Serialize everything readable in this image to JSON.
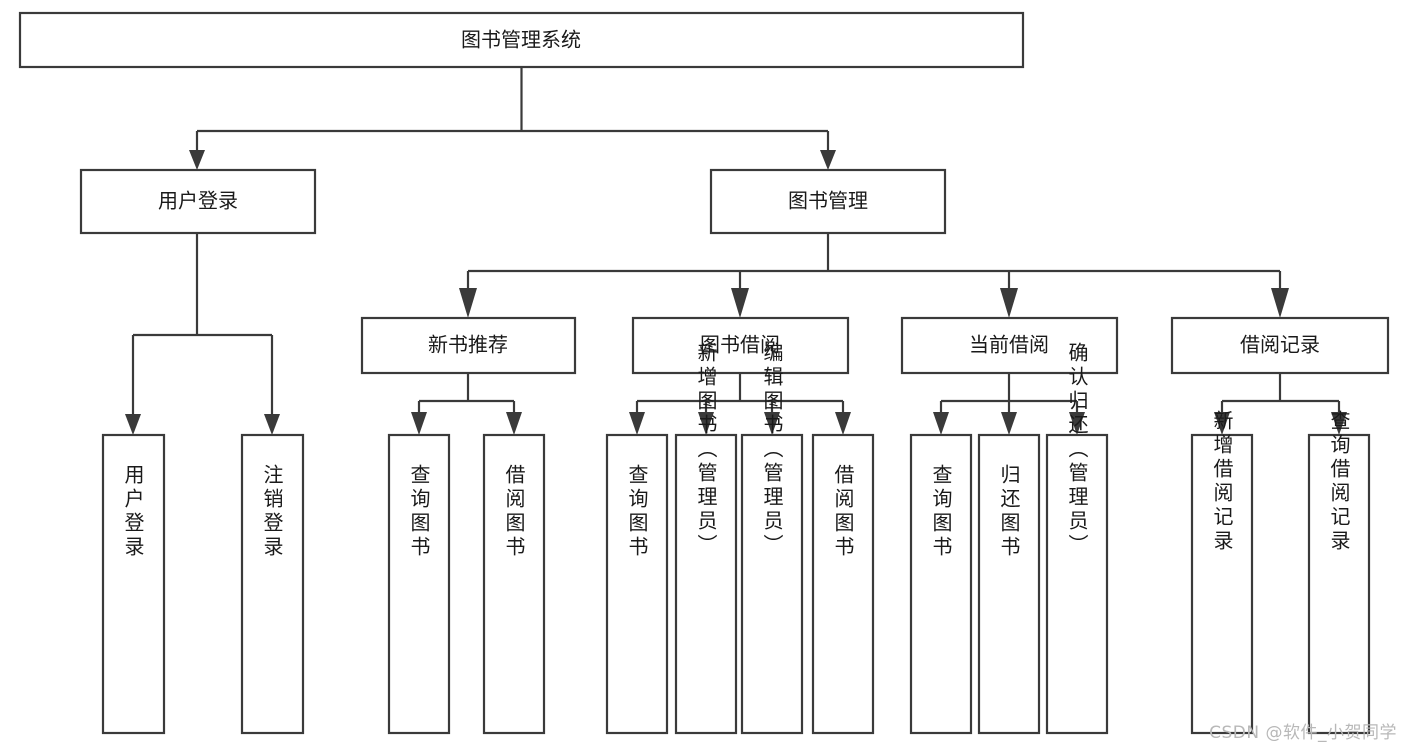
{
  "diagram": {
    "title": "图书管理系统",
    "type": "hierarchy-tree",
    "orientation": "top-down",
    "colors": {
      "box_fill": "#ffffff",
      "box_stroke": "#3a3a3a",
      "connector": "#3a3a3a",
      "text": "#1a1a1a",
      "background": "#ffffff",
      "watermark": "#b8b8b8"
    },
    "root": {
      "label": "图书管理系统"
    },
    "level2": [
      {
        "label": "用户登录"
      },
      {
        "label": "图书管理"
      }
    ],
    "level3": [
      {
        "label": "新书推荐"
      },
      {
        "label": "图书借阅"
      },
      {
        "label": "当前借阅"
      },
      {
        "label": "借阅记录"
      }
    ],
    "leaves": {
      "user_login": [
        {
          "label": "用户登录"
        },
        {
          "label": "注销登录"
        }
      ],
      "new_book_recommend": [
        {
          "label": "查询图书"
        },
        {
          "label": "借阅图书"
        }
      ],
      "book_borrow": [
        {
          "label": "查询图书"
        },
        {
          "label": "新增图书（管理员）"
        },
        {
          "label": "编辑图书（管理员）"
        },
        {
          "label": "借阅图书"
        }
      ],
      "current_borrow": [
        {
          "label": "查询图书"
        },
        {
          "label": "归还图书"
        },
        {
          "label": "确认归还（管理员）"
        }
      ],
      "borrow_record": [
        {
          "label": "新增借阅记录"
        },
        {
          "label": "查询借阅记录"
        }
      ]
    }
  },
  "watermark": {
    "text": "CSDN @软件_小贺同学"
  }
}
